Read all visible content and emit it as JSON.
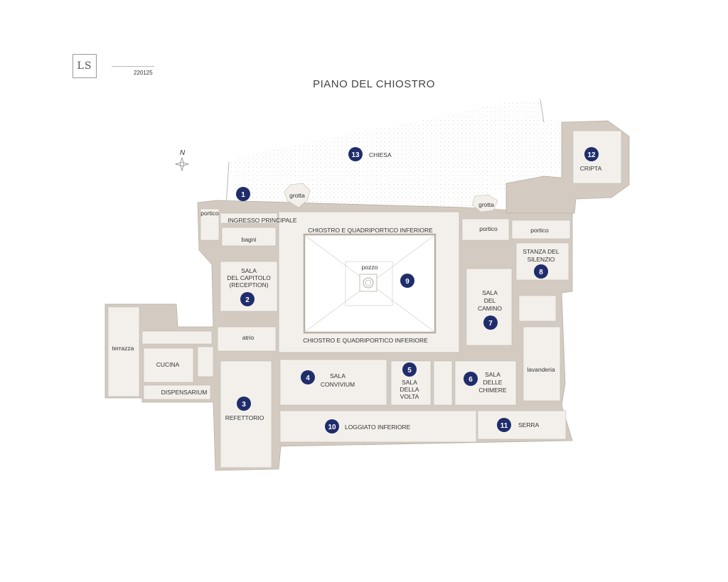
{
  "logo": {
    "text": "LS"
  },
  "code": "220125",
  "title": "PIANO DEL CHIOSTRO",
  "compass": {
    "label": "N"
  },
  "colors": {
    "wall": "#d3cbc1",
    "floor": "#f3f0ec",
    "outline": "#b9afa3",
    "marker": "#1f2d6b"
  },
  "markers": [
    {
      "n": "1"
    },
    {
      "n": "2"
    },
    {
      "n": "3"
    },
    {
      "n": "4"
    },
    {
      "n": "5"
    },
    {
      "n": "6"
    },
    {
      "n": "7"
    },
    {
      "n": "8"
    },
    {
      "n": "9"
    },
    {
      "n": "10"
    },
    {
      "n": "11"
    },
    {
      "n": "12"
    },
    {
      "n": "13"
    }
  ],
  "rooms": {
    "chiesa": "CHIESA",
    "cripta": "CRIPTA",
    "grotta_left": "grotta",
    "grotta_right": "grotta",
    "portico_left": "portico",
    "ingresso": "INGRESSO PRINCIPALE",
    "chiostro_top": "CHIOSTRO  E QUADRIPORTICO INFERIORE",
    "chiostro_bottom": "CHIOSTRO E QUADRIPORTICO INFERIORE",
    "pozzo": "pozzo",
    "portico_r1": "portico",
    "portico_r2": "portico",
    "bagni": "bagni",
    "capitolo": [
      "SALA",
      "DEL CAPITOLO",
      "(RECEPTION)"
    ],
    "silenzio": [
      "STANZA DEL",
      "SILENZIO"
    ],
    "camino": [
      "SALA",
      "DEL",
      "CAMINO"
    ],
    "atrio": "atrio",
    "terrazza": "terrazza",
    "cucina": "CUCINA",
    "dispensarium": "DISPENSARIUM",
    "refettorio": "REFETTORIO",
    "convivium": [
      "SALA",
      "CONVIVIUM"
    ],
    "volta": [
      "SALA",
      "DELLA",
      "VOLTA"
    ],
    "chimere": [
      "SALA",
      "DELLE",
      "CHIMERE"
    ],
    "lavanderia": "lavanderia",
    "loggiato": "LOGGIATO INFERIORE",
    "serra": "SERRA"
  }
}
